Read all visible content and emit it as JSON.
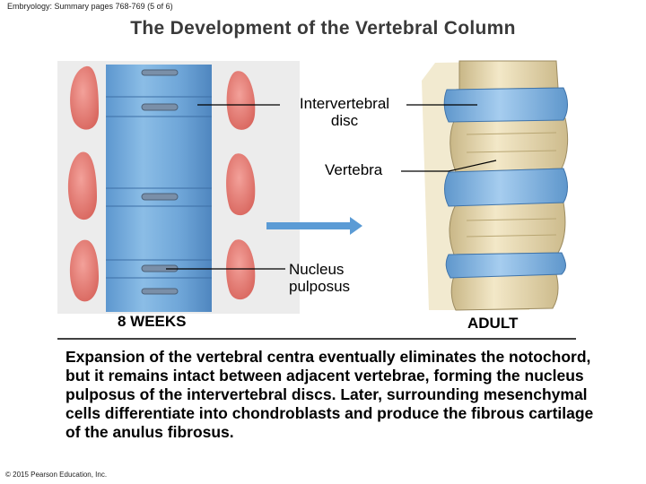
{
  "header": {
    "text": "Embryology: Summary pages 768-769 (5 of 6)"
  },
  "title": "The Development of the Vertebral Column",
  "labels": {
    "intervertebral_disc": "Intervertebral disc",
    "vertebra": "Vertebra",
    "nucleus_pulposus": "Nucleus pulposus",
    "eight_weeks": "8 WEEKS",
    "adult": "ADULT"
  },
  "caption": "Expansion of the vertebral centra eventually eliminates the notochord, but it remains intact between adjacent vertebrae, forming the nucleus pulposus of the intervertebral discs. Later, surrounding mesenchymal cells differentiate into chondroblasts and produce the fibrous cartilage of the anulus fibrosus.",
  "copyright": "© 2015 Pearson Education, Inc.",
  "colors": {
    "embryo_blue": "#6fa6d8",
    "sclerotome_pink": "#e8817b",
    "adult_bone": "#eadcb4",
    "adult_disc": "#8ab8df",
    "arrow": "#5b9bd5"
  }
}
